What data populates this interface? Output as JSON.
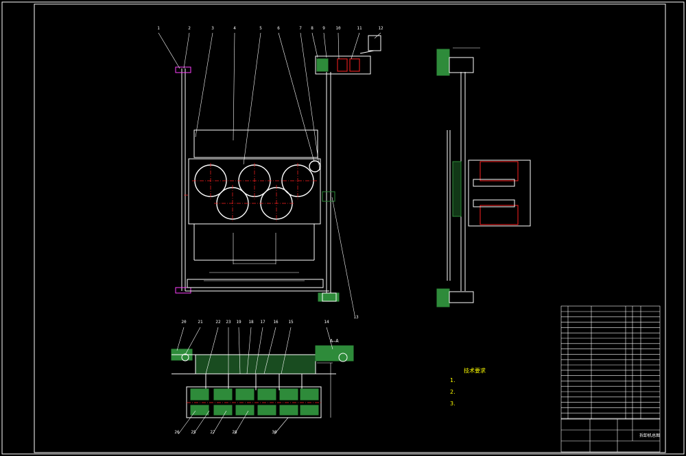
{
  "colors": {
    "background": "#000000",
    "frame": "#ffffff",
    "red_centerline": "#ff2020",
    "green_hatch": "#2e8b3a",
    "yellow_text": "#ffff00",
    "magenta": "#ff40ff"
  },
  "balloons_top": [
    "1",
    "2",
    "3",
    "4",
    "5",
    "6",
    "7",
    "8",
    "9",
    "10",
    "11",
    "12"
  ],
  "balloons_top_right_label": "12",
  "balloons_mid": [
    "13"
  ],
  "balloons_bottom_upper": [
    "20",
    "21",
    "22",
    "23",
    "19",
    "18",
    "17",
    "16",
    "15",
    "14"
  ],
  "balloons_bottom_lower": [
    "26",
    "25",
    "27",
    "28",
    "30"
  ],
  "section_label_right": "A—A",
  "tech_requirements": {
    "title": "技术要求",
    "items": [
      "1.",
      "2.",
      "3."
    ]
  },
  "title_block": {
    "drawing_name": "拆卸机总图"
  }
}
